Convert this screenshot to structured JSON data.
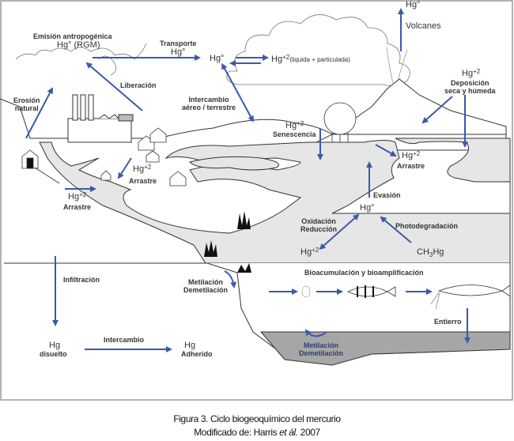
{
  "figure": {
    "caption_line1": "Figura 3. Ciclo biogeoquímico del mercurio",
    "caption_line2_prefix": "Modificado de: Harris ",
    "caption_line2_italic": "et ál.",
    "caption_line2_suffix": " 2007"
  },
  "colors": {
    "arrow": "#3a5aa8",
    "water": "#e6e6e6",
    "sediment": "#a6a6a6",
    "line": "#222222"
  },
  "labels": {
    "emision_title": "Emisión antropogénica",
    "emision_species": "Hg° (RGM)",
    "transporte_title": "Transporte",
    "transporte_species": "Hg°",
    "hg0_atm": "Hg°",
    "hg2_atm": "Hg",
    "hg2_atm_sup": "+2",
    "hg2_atm_note": "(liquida + particulada)",
    "volcan_species": "Hg°",
    "volcanes": "Volcanes",
    "liberacion": "Liberación",
    "erosion_line1": "Erosión",
    "erosion_line2": "natural",
    "intercambio_line1": "Intercambio",
    "intercambio_line2": "aéreo / terrestre",
    "deposicion_species": "Hg",
    "deposicion_sup": "+2",
    "deposicion_line1": "Deposición",
    "deposicion_line2": "seca y húmeda",
    "senescencia_species": "Hg",
    "senescencia_sup": "+2",
    "senescencia": "Senescencia",
    "arrastre_right_species": "Hg",
    "arrastre_right_sup": "+2",
    "arrastre": "Arrastre",
    "arrastre_mid_species": "Hg",
    "arrastre_mid_sup": "+2",
    "arrastre_left_species": "Hg",
    "arrastre_left_sup": "+2",
    "evasion": "Evasión",
    "hg0_water": "Hg°",
    "oxidacion": "Oxidación",
    "reduccion": "Reducción",
    "photodegradacion": "Photodegradación",
    "hg2_water": "Hg",
    "hg2_water_sup": "+2",
    "ch3hg_a": "CH",
    "ch3hg_sub": "3",
    "ch3hg_b": "Hg",
    "infiltracion": "Infiltración",
    "metilacion": "Metilación",
    "demetilacion": "Demetilación",
    "bioacumulacion": "Bioacumulación y bioamplificación",
    "entierro": "Entierro",
    "hg_disuelto_species": "Hg",
    "hg_disuelto": "disuelto",
    "intercambio_ground": "Intercambio",
    "hg_adherido_species": "Hg",
    "hg_adherido": "Adherido",
    "sed_metilacion": "Metilación",
    "sed_demetilacion": "Demetilación"
  }
}
